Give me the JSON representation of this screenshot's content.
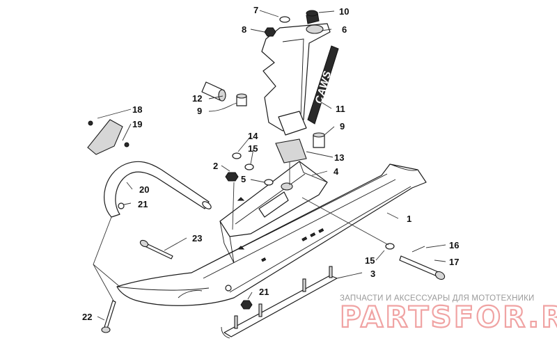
{
  "callouts": [
    {
      "id": "1",
      "label": "1"
    },
    {
      "id": "2",
      "label": "2"
    },
    {
      "id": "3",
      "label": "3"
    },
    {
      "id": "4",
      "label": "4"
    },
    {
      "id": "5",
      "label": "5"
    },
    {
      "id": "6",
      "label": "6"
    },
    {
      "id": "7",
      "label": "7"
    },
    {
      "id": "8",
      "label": "8"
    },
    {
      "id": "9a",
      "label": "9"
    },
    {
      "id": "9b",
      "label": "9"
    },
    {
      "id": "10",
      "label": "10"
    },
    {
      "id": "11",
      "label": "11"
    },
    {
      "id": "12",
      "label": "12"
    },
    {
      "id": "13",
      "label": "13"
    },
    {
      "id": "14",
      "label": "14"
    },
    {
      "id": "15a",
      "label": "15"
    },
    {
      "id": "15b",
      "label": "15"
    },
    {
      "id": "16",
      "label": "16"
    },
    {
      "id": "17",
      "label": "17"
    },
    {
      "id": "18",
      "label": "18"
    },
    {
      "id": "19",
      "label": "19"
    },
    {
      "id": "20",
      "label": "20"
    },
    {
      "id": "21a",
      "label": "21"
    },
    {
      "id": "21b",
      "label": "21"
    },
    {
      "id": "22",
      "label": "22"
    },
    {
      "id": "23",
      "label": "23"
    }
  ],
  "decal_text": "CAWS",
  "watermark": {
    "subtitle": "ЗАПЧАСТИ И АКСЕССУАРЫ ДЛЯ МОТОТЕХНИКИ",
    "brand": "PARTSFOR.RU"
  },
  "colors": {
    "line": "#1a1a1a",
    "watermark_brand": "#f0a3a3",
    "watermark_sub": "#9a9a9a"
  }
}
